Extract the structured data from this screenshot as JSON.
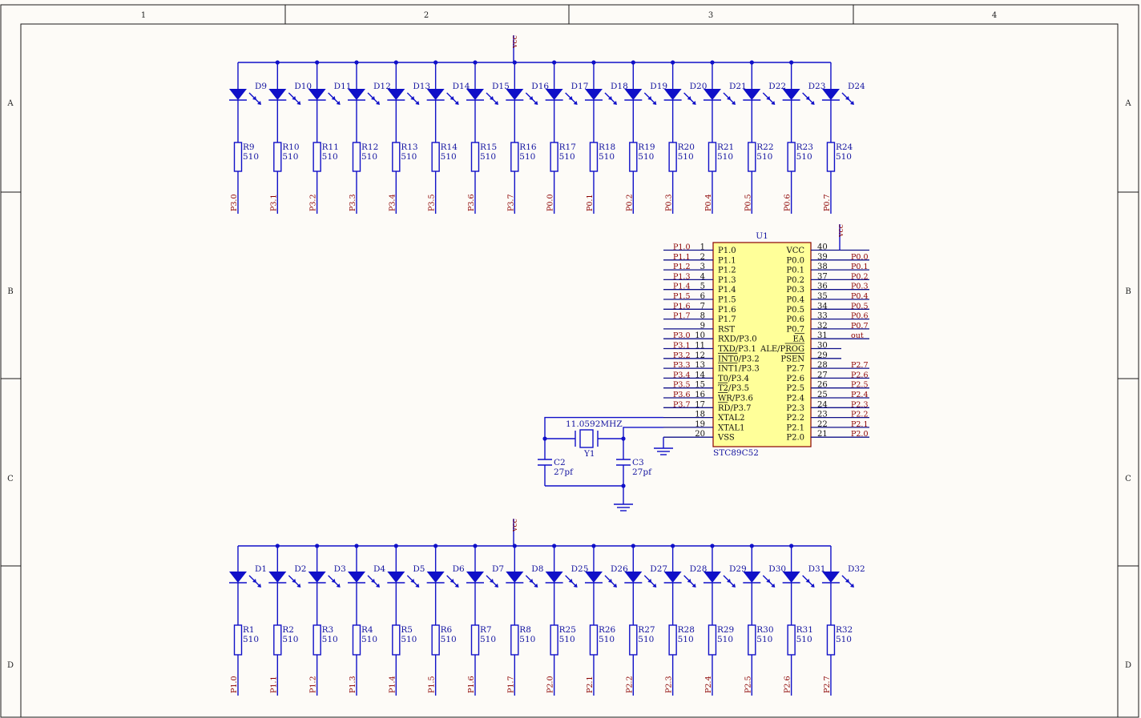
{
  "frame": {
    "columns": [
      "1",
      "2",
      "3",
      "4"
    ],
    "rows": [
      "A",
      "B",
      "C",
      "D"
    ]
  },
  "colors": {
    "wire": "#1010c8",
    "label": "#1414a0",
    "net_label": "#8b0000",
    "chip_fill": "#ffff99",
    "chip_border": "#8b0000",
    "background": "#fdfbf7"
  },
  "power_net": "vcc",
  "top_row": {
    "leds": [
      "D9",
      "D10",
      "D11",
      "D12",
      "D13",
      "D14",
      "D15",
      "D16",
      "D17",
      "D18",
      "D19",
      "D20",
      "D21",
      "D22",
      "D23",
      "D24"
    ],
    "resistors": [
      "R9",
      "R10",
      "R11",
      "R12",
      "R13",
      "R14",
      "R15",
      "R16",
      "R17",
      "R18",
      "R19",
      "R20",
      "R21",
      "R22",
      "R23",
      "R24"
    ],
    "nets": [
      "P3.0",
      "P3.1",
      "P3.2",
      "P3.3",
      "P3.4",
      "P3.5",
      "P3.6",
      "P3.7",
      "P0.0",
      "P0.1",
      "P0.2",
      "P0.3",
      "P0.4",
      "P0.5",
      "P0.6",
      "P0.7"
    ]
  },
  "bottom_row": {
    "leds": [
      "D1",
      "D2",
      "D3",
      "D4",
      "D5",
      "D6",
      "D7",
      "D8",
      "D25",
      "D26",
      "D27",
      "D28",
      "D29",
      "D30",
      "D31",
      "D32"
    ],
    "resistors": [
      "R1",
      "R2",
      "R3",
      "R4",
      "R5",
      "R6",
      "R7",
      "R8",
      "R25",
      "R26",
      "R27",
      "R28",
      "R29",
      "R30",
      "R31",
      "R32"
    ],
    "nets": [
      "P1.0",
      "P1.1",
      "P1.2",
      "P1.3",
      "P1.4",
      "P1.5",
      "P1.6",
      "P1.7",
      "P2.0",
      "P2.1",
      "P2.2",
      "P2.3",
      "P2.4",
      "P2.5",
      "P2.6",
      "P2.7"
    ]
  },
  "resistor_value": "510",
  "mcu": {
    "designator": "U1",
    "part": "STC89C52",
    "left_pins": [
      {
        "num": "1",
        "name": "P1.0",
        "net": "P1.0"
      },
      {
        "num": "2",
        "name": "P1.1",
        "net": "P1.1"
      },
      {
        "num": "3",
        "name": "P1.2",
        "net": "P1.2"
      },
      {
        "num": "4",
        "name": "P1.3",
        "net": "P1.3"
      },
      {
        "num": "5",
        "name": "P1.4",
        "net": "P1.4"
      },
      {
        "num": "6",
        "name": "P1.5",
        "net": "P1.5"
      },
      {
        "num": "7",
        "name": "P1.6",
        "net": "P1.6"
      },
      {
        "num": "8",
        "name": "P1.7",
        "net": "P1.7"
      },
      {
        "num": "9",
        "name": "RST",
        "net": ""
      },
      {
        "num": "10",
        "name": "RXD/P3.0",
        "net": "P3.0"
      },
      {
        "num": "11",
        "name": "TXD/P3.1",
        "net": "P3.1"
      },
      {
        "num": "12",
        "name": "INT0/P3.2",
        "net": "P3.2"
      },
      {
        "num": "13",
        "name": "INT1/P3.3",
        "net": "P3.3"
      },
      {
        "num": "14",
        "name": "T0/P3.4",
        "net": "P3.4"
      },
      {
        "num": "15",
        "name": "T2/P3.5",
        "net": "P3.5"
      },
      {
        "num": "16",
        "name": "WR/P3.6",
        "net": "P3.6"
      },
      {
        "num": "17",
        "name": "RD/P3.7",
        "net": "P3.7"
      },
      {
        "num": "18",
        "name": "XTAL2",
        "net": ""
      },
      {
        "num": "19",
        "name": "XTAL1",
        "net": ""
      },
      {
        "num": "20",
        "name": "VSS",
        "net": ""
      }
    ],
    "right_pins": [
      {
        "num": "40",
        "name": "VCC",
        "net": ""
      },
      {
        "num": "39",
        "name": "P0.0",
        "net": "P0.0"
      },
      {
        "num": "38",
        "name": "P0.1",
        "net": "P0.1"
      },
      {
        "num": "37",
        "name": "P0.2",
        "net": "P0.2"
      },
      {
        "num": "36",
        "name": "P0.3",
        "net": "P0.3"
      },
      {
        "num": "35",
        "name": "P0.4",
        "net": "P0.4"
      },
      {
        "num": "34",
        "name": "P0.5",
        "net": "P0.5"
      },
      {
        "num": "33",
        "name": "P0.6",
        "net": "P0.6"
      },
      {
        "num": "32",
        "name": "P0.7",
        "net": "P0.7"
      },
      {
        "num": "31",
        "name": "EA",
        "net": "out"
      },
      {
        "num": "30",
        "name": "ALE/PROG",
        "net": ""
      },
      {
        "num": "29",
        "name": "PSEN",
        "net": ""
      },
      {
        "num": "28",
        "name": "P2.7",
        "net": "P2.7"
      },
      {
        "num": "27",
        "name": "P2.6",
        "net": "P2.6"
      },
      {
        "num": "26",
        "name": "P2.5",
        "net": "P2.5"
      },
      {
        "num": "25",
        "name": "P2.4",
        "net": "P2.4"
      },
      {
        "num": "24",
        "name": "P2.3",
        "net": "P2.3"
      },
      {
        "num": "23",
        "name": "P2.2",
        "net": "P2.2"
      },
      {
        "num": "22",
        "name": "P2.1",
        "net": "P2.1"
      },
      {
        "num": "21",
        "name": "P2.0",
        "net": "P2.0"
      }
    ]
  },
  "crystal": {
    "designator": "Y1",
    "value": "11.0592MHZ"
  },
  "capacitors": [
    {
      "designator": "C2",
      "value": "27pf"
    },
    {
      "designator": "C3",
      "value": "27pf"
    }
  ]
}
